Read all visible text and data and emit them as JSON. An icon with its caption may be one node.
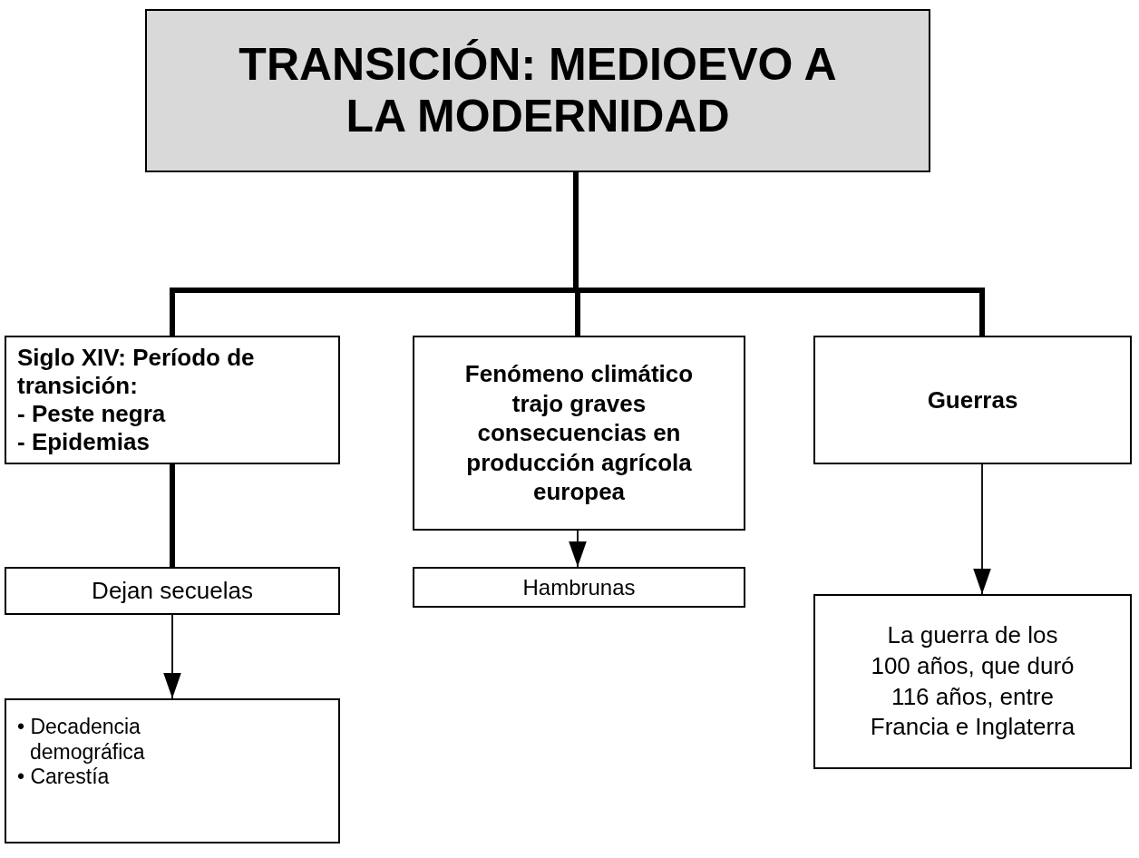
{
  "diagram": {
    "nodes": [
      {
        "text": [
          "TRANSICIÓN: MEDIOEVO A LA MODERNIDAD"
        ]
      },
      {
        "text": [
          "Siglo XIV: Período de transición:",
          "- Peste negra",
          "- Epidemias"
        ]
      },
      {
        "text": [
          "Fenómeno climático trajo graves consecuencias en producción agrícola europea"
        ]
      },
      {
        "text": [
          "Guerras"
        ]
      },
      {
        "text": [
          "Dejan secuelas"
        ]
      },
      {
        "text": [
          "Hambrunas"
        ]
      },
      {
        "text": [
          "La guerra de los 100 años, que duró 116 años, entre Francia e Inglaterra"
        ]
      },
      {
        "text": [
          "• Decadencia demográfica",
          "• Carestía"
        ]
      }
    ],
    "edges": [
      {
        "from": 0,
        "to": 1,
        "arrow": "none"
      },
      {
        "from": 0,
        "to": 2,
        "arrow": "none"
      },
      {
        "from": 0,
        "to": 3,
        "arrow": "none"
      },
      {
        "from": 1,
        "to": 4,
        "arrow": "none"
      },
      {
        "from": 2,
        "to": 5,
        "arrow": "to"
      },
      {
        "from": 3,
        "to": 6,
        "arrow": "to"
      },
      {
        "from": 4,
        "to": 7,
        "arrow": "to"
      }
    ]
  }
}
